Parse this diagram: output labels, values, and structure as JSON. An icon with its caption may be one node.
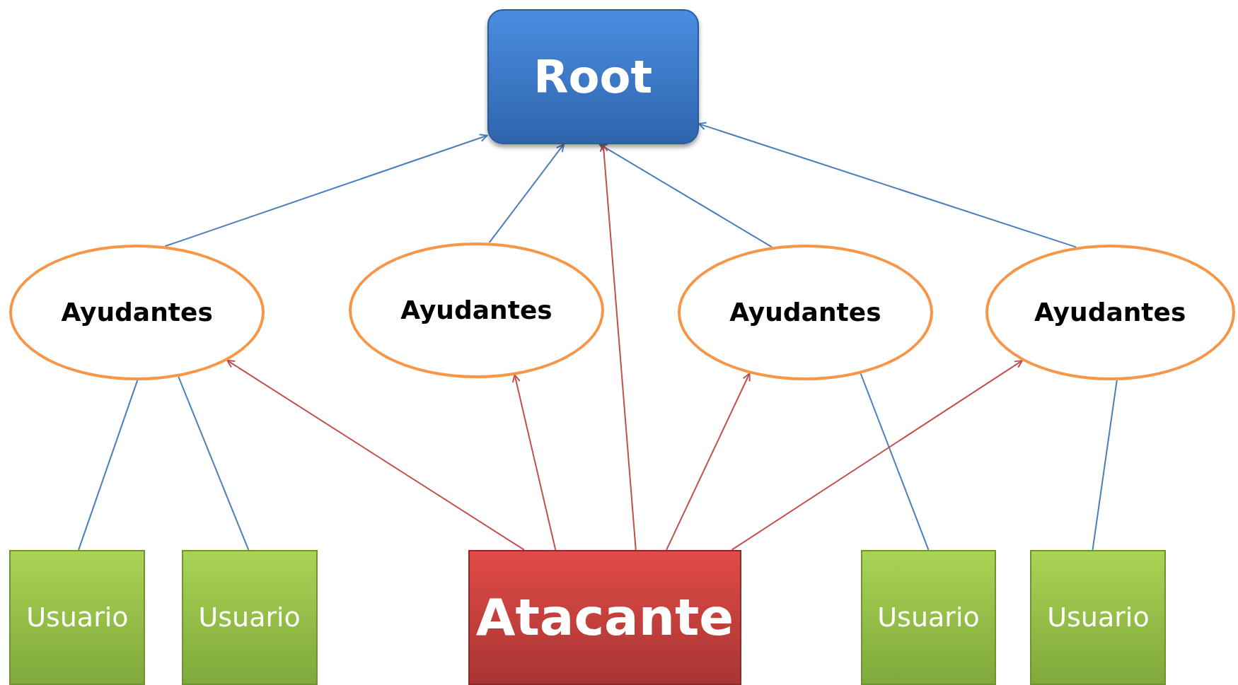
{
  "diagram": {
    "nodes": [
      {
        "text": [
          "Root"
        ]
      },
      {
        "text": [
          "Ayudantes"
        ]
      },
      {
        "text": [
          "Ayudantes"
        ]
      },
      {
        "text": [
          "Ayudantes"
        ]
      },
      {
        "text": [
          "Ayudantes"
        ]
      },
      {
        "text": [
          "Usuario"
        ]
      },
      {
        "text": [
          "Usuario"
        ]
      },
      {
        "text": [
          "Atacante"
        ]
      },
      {
        "text": [
          "Usuario"
        ]
      },
      {
        "text": [
          "Usuario"
        ]
      }
    ],
    "edges": [
      {
        "from": 1,
        "to": 0,
        "arrow": "to"
      },
      {
        "from": 2,
        "to": 0,
        "arrow": "to"
      },
      {
        "from": 3,
        "to": 0,
        "arrow": "to"
      },
      {
        "from": 4,
        "to": 0,
        "arrow": "to"
      },
      {
        "from": 5,
        "to": 1,
        "arrow": "none"
      },
      {
        "from": 6,
        "to": 1,
        "arrow": "none"
      },
      {
        "from": 8,
        "to": 3,
        "arrow": "none"
      },
      {
        "from": 9,
        "to": 4,
        "arrow": "none"
      },
      {
        "from": 7,
        "to": 1,
        "arrow": "to",
        "color": "#c0504d"
      },
      {
        "from": 7,
        "to": 2,
        "arrow": "to",
        "color": "#c0504d"
      },
      {
        "from": 7,
        "to": 0,
        "arrow": "to",
        "color": "#c0504d"
      },
      {
        "from": 7,
        "to": 3,
        "arrow": "to",
        "color": "#c0504d"
      },
      {
        "from": 7,
        "to": 4,
        "arrow": "to",
        "color": "#c0504d"
      }
    ]
  }
}
